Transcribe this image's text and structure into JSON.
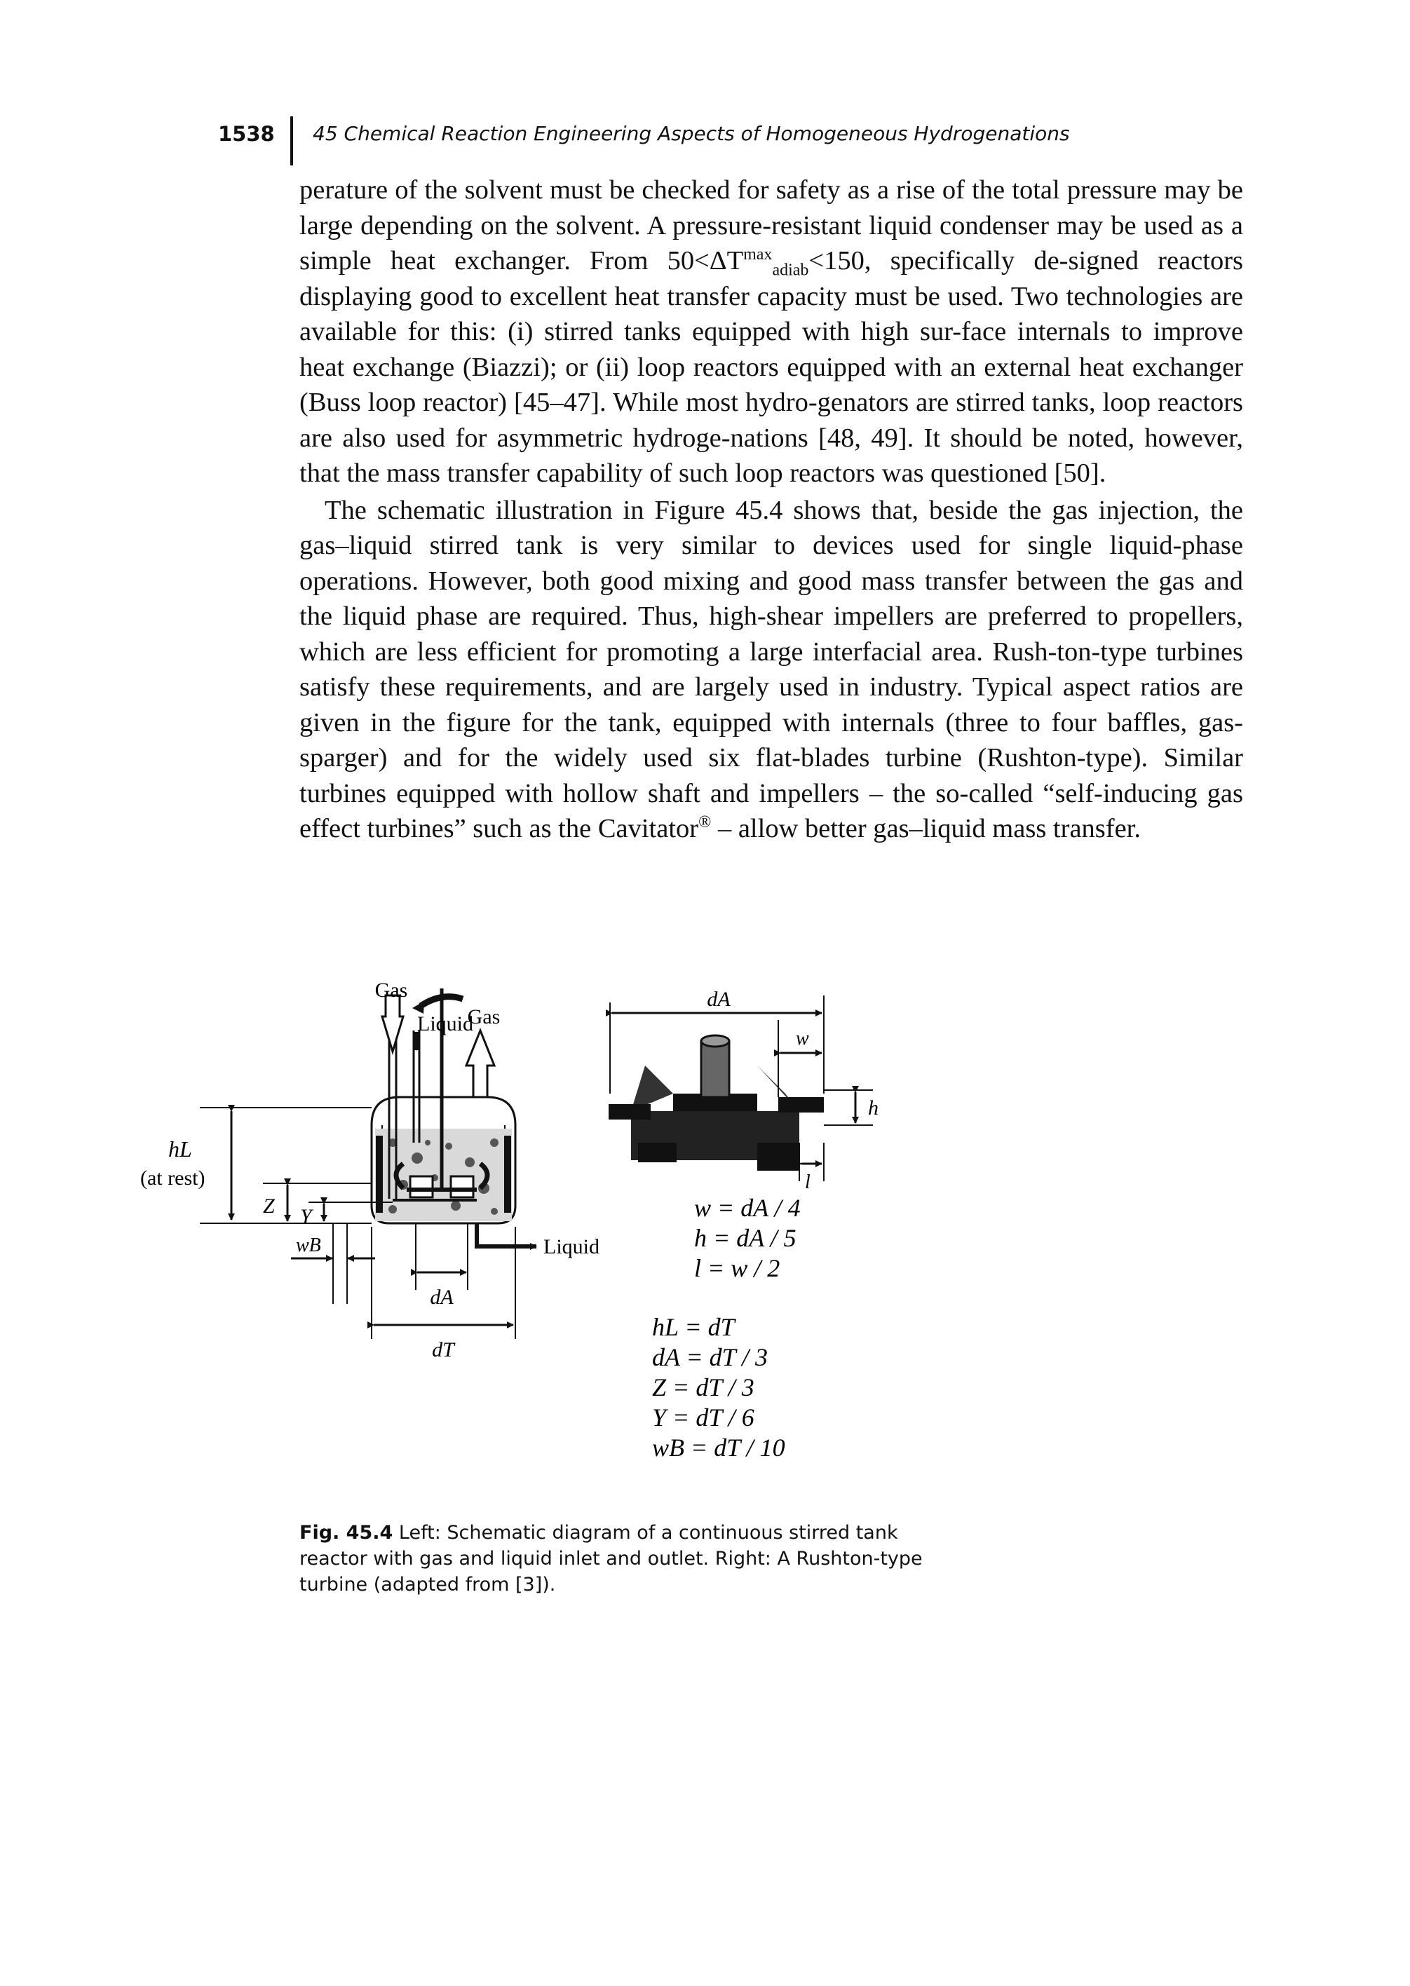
{
  "header": {
    "page_number": "1538",
    "running_title": "45 Chemical Reaction Engineering Aspects of Homogeneous Hydrogenations"
  },
  "paragraph1": {
    "before": "perature of the solvent must be checked for safety as a rise of the total pressure may be large depending on the solvent. A pressure-resistant liquid condenser may be used as a simple heat exchanger. From 50<ΔT",
    "sup": "max",
    "sub": "adiab",
    "after": "<150, specifically de-signed reactors displaying good to excellent heat transfer capacity must be used. Two technologies are available for this: (i) stirred tanks equipped with high sur-face internals to improve heat exchange (Biazzi); or (ii) loop reactors equipped with an external heat exchanger (Buss loop reactor) [45–47]. While most hydro-genators are stirred tanks, loop reactors are also used for asymmetric hydroge-nations [48, 49]. It should be noted, however, that the mass transfer capability of such loop reactors was questioned [50]."
  },
  "paragraph2": {
    "before": "The schematic illustration in Figure 45.4 shows that, beside the gas injection, the gas–liquid stirred tank is very similar to devices used for single liquid-phase operations. However, both good mixing and good mass transfer between the gas and the liquid phase are required. Thus, high-shear impellers are preferred to propellers, which are less efficient for promoting a large interfacial area. Rush-ton-type turbines satisfy these requirements, and are largely used in industry. Typical aspect ratios are given in the figure for the tank, equipped with internals (three to four baffles, gas-sparger) and for the widely used six flat-blades turbine (Rushton-type). Similar turbines equipped with hollow shaft and impellers – the so-called “self-inducing gas effect turbines” such as the Cavitator",
    "sup": "®",
    "after": " – allow better gas–liquid mass transfer."
  },
  "figure": {
    "gas_in": "Gas",
    "liquid_in": "Liquid",
    "gas_out": "Gas",
    "liquid_out": "Liquid",
    "hl_label": "hL",
    "hl_note": "(at rest)",
    "z_label": "Z",
    "y_label": "Y",
    "wb_label": "wB",
    "da_bottom": "dA",
    "dt_bottom": "dT",
    "da_top": "dA",
    "w_label": "w",
    "h_label": "h",
    "l_label": "l",
    "turbine_ratios": [
      "w = dA / 4",
      "h = dA / 5",
      "l = w / 2"
    ],
    "tank_ratios": [
      "hL = dT",
      "dA = dT / 3",
      "Z  = dT / 3",
      "Y  = dT / 6",
      "wB = dT / 10"
    ]
  },
  "caption": {
    "label": "Fig. 45.4",
    "text": " Left: Schematic diagram of a continuous stirred tank reactor with gas and liquid inlet and outlet. Right: A Rushton-type turbine (adapted from [3])."
  }
}
